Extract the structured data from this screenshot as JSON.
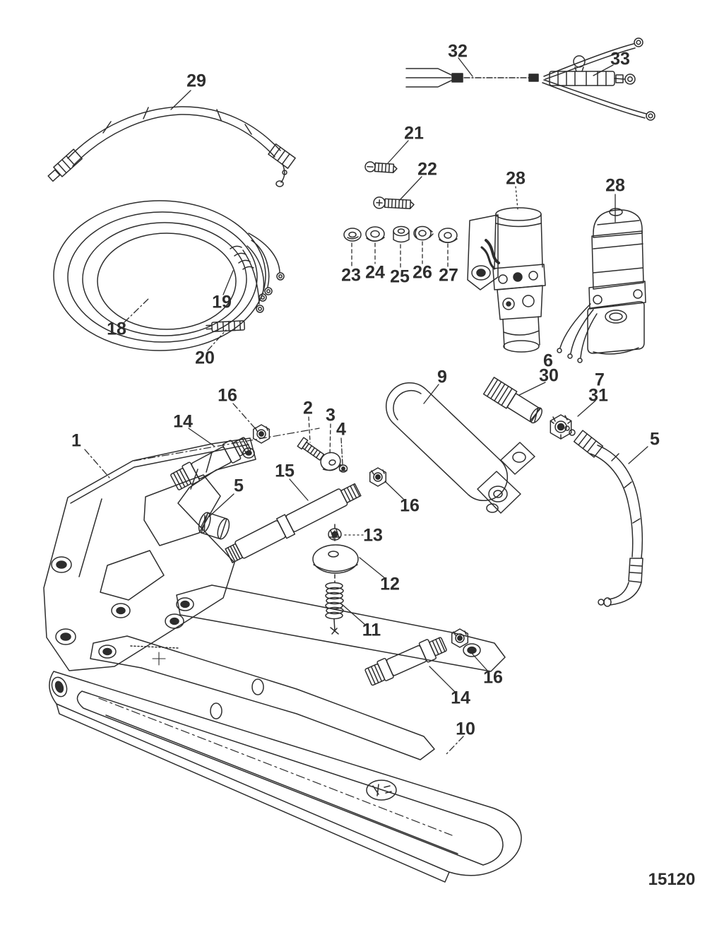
{
  "figure": {
    "type": "exploded-parts-diagram",
    "drawing_number": "15120",
    "ink_color": "#2d2d2d",
    "background_color": "#ffffff",
    "callouts": [
      {
        "label": "1"
      },
      {
        "label": "2"
      },
      {
        "label": "3"
      },
      {
        "label": "4"
      },
      {
        "label": "5"
      },
      {
        "label": "5"
      },
      {
        "label": "6"
      },
      {
        "label": "7"
      },
      {
        "label": "9"
      },
      {
        "label": "10"
      },
      {
        "label": "11"
      },
      {
        "label": "12"
      },
      {
        "label": "13"
      },
      {
        "label": "14"
      },
      {
        "label": "14"
      },
      {
        "label": "15"
      },
      {
        "label": "16"
      },
      {
        "label": "16"
      },
      {
        "label": "16"
      },
      {
        "label": "18"
      },
      {
        "label": "19"
      },
      {
        "label": "20"
      },
      {
        "label": "21"
      },
      {
        "label": "22"
      },
      {
        "label": "23"
      },
      {
        "label": "24"
      },
      {
        "label": "25"
      },
      {
        "label": "26"
      },
      {
        "label": "27"
      },
      {
        "label": "28"
      },
      {
        "label": "28"
      },
      {
        "label": "29"
      },
      {
        "label": "30"
      },
      {
        "label": "31"
      },
      {
        "label": "32"
      },
      {
        "label": "33"
      }
    ]
  }
}
